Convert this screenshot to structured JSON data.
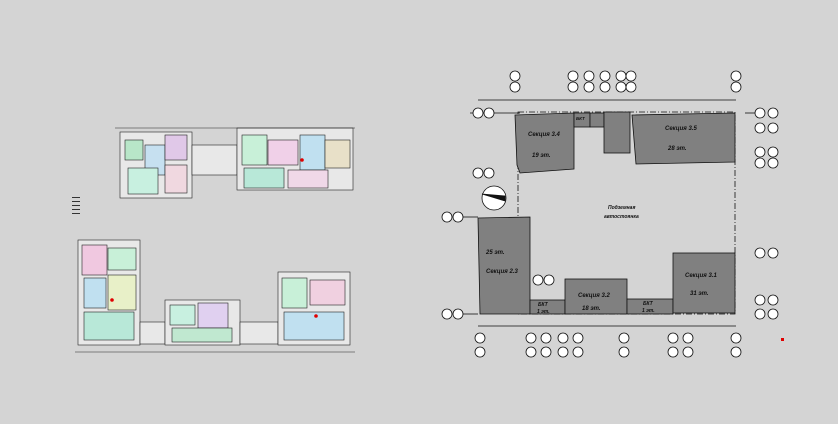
{
  "drawing": {
    "courtyard_label_line1": "Подземная",
    "courtyard_label_line2": "автостоянка",
    "sections": [
      {
        "name": "Секция 3.4",
        "floors": "19 эт."
      },
      {
        "name": "Секция 3.5",
        "floors": "28 эт."
      },
      {
        "name": "Секция 2.3",
        "floors": "25 эт."
      },
      {
        "name": "Секция 3.2",
        "floors": "18 эт."
      },
      {
        "name": "Секция 3.1",
        "floors": "31 эт."
      }
    ],
    "annex_label": "БКТ",
    "annex_floors": "1 эт."
  },
  "colors": {
    "background": "#d4d4d4",
    "building_fill": "#808080",
    "line": "#111111",
    "marker": "#e00000"
  }
}
